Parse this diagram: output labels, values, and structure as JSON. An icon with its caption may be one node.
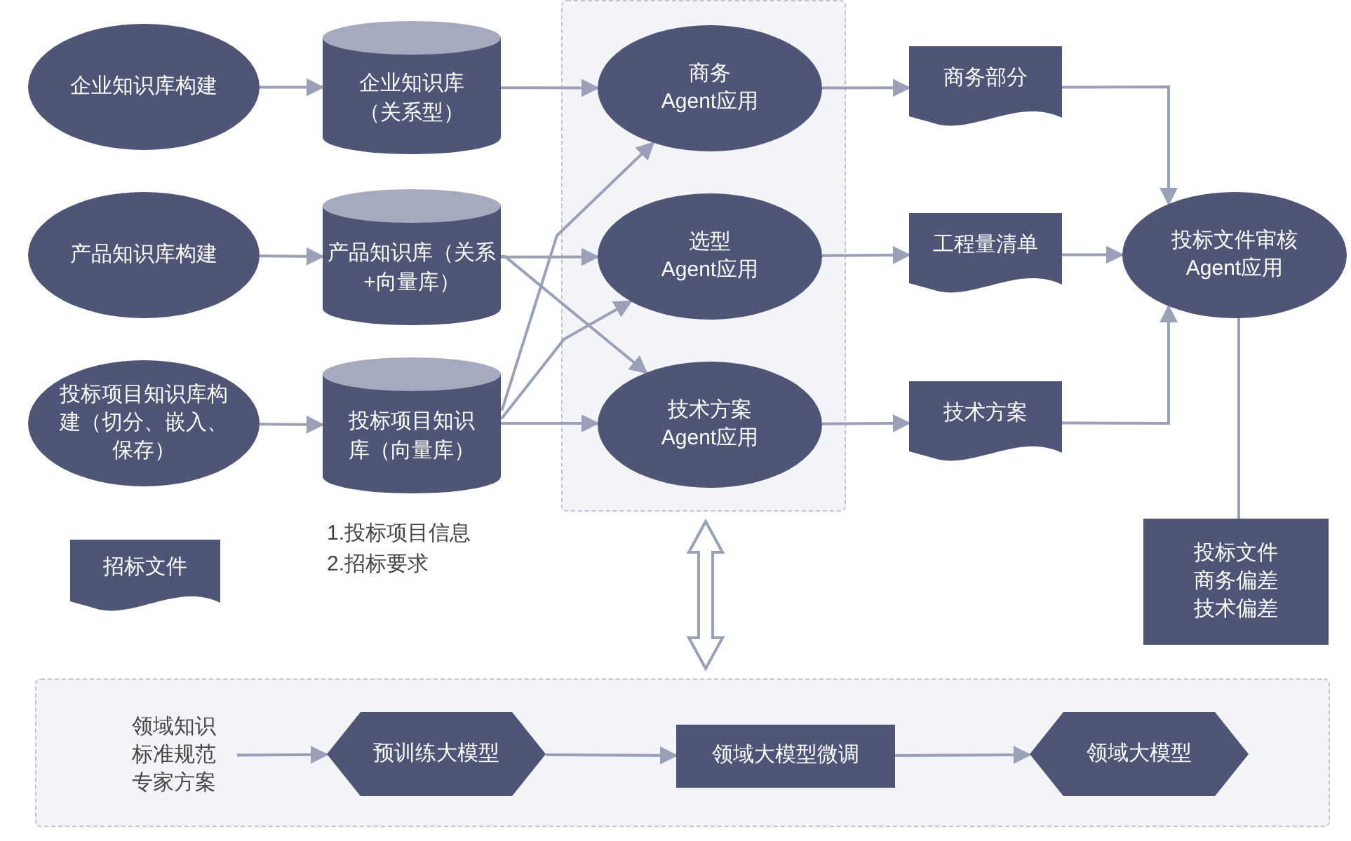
{
  "diagram": {
    "nodes": [
      {
        "text": [],
        "shape": "box"
      },
      {
        "text": [
          "企业知识库构建"
        ]
      },
      {
        "text": [
          "企业知识库（关系型）"
        ]
      },
      {
        "text": [
          "商务 Agent应用"
        ],
        "in": 0
      },
      {
        "text": [
          "商务部分"
        ]
      },
      {
        "text": [
          "产品知识库构建"
        ]
      },
      {
        "text": [
          "产品知识库（关系+向量库）"
        ]
      },
      {
        "text": [
          "选型 Agent应用"
        ],
        "in": 0
      },
      {
        "text": [
          "工程量清单"
        ]
      },
      {
        "text": [
          "投标文件审核 Agent应用"
        ]
      },
      {
        "text": [
          "投标项目知识库构建（切分、嵌入、保存）"
        ]
      },
      {
        "text": [
          "投标项目知识库（向量库）"
        ]
      },
      {
        "text": [
          "技术方案 Agent应用"
        ],
        "in": 0
      },
      {
        "text": [
          "技术方案"
        ]
      },
      {
        "text": [
          "投标文件商务偏差技术偏差"
        ]
      },
      {
        "text": [
          "招标文件"
        ]
      },
      {
        "text": [],
        "shape": "box"
      },
      {
        "text": [
          "领域知识标准规范专家方案"
        ],
        "in": 16
      },
      {
        "text": [
          "预训练大模型"
        ],
        "in": 16
      },
      {
        "text": [
          "领域大模型微调"
        ],
        "in": 16
      },
      {
        "text": [
          "领域大模型"
        ],
        "in": 16
      }
    ],
    "edges": [
      {
        "from": 1,
        "to": 2,
        "arrow": "to"
      },
      {
        "from": 2,
        "to": 3,
        "arrow": "to"
      },
      {
        "from": 3,
        "to": 4,
        "arrow": "to"
      },
      {
        "from": 4,
        "to": 9,
        "arrow": "to"
      },
      {
        "from": 5,
        "to": 6,
        "arrow": "to"
      },
      {
        "from": 6,
        "to": 7,
        "arrow": "to"
      },
      {
        "from": 6,
        "to": 12,
        "arrow": "to"
      },
      {
        "from": 7,
        "to": 8,
        "arrow": "to"
      },
      {
        "from": 8,
        "to": 9,
        "arrow": "to"
      },
      {
        "from": 10,
        "to": 11,
        "arrow": "to"
      },
      {
        "from": 11,
        "to": 12,
        "arrow": "to"
      },
      {
        "from": 11,
        "to": 3,
        "arrow": "to"
      },
      {
        "from": 11,
        "to": 7,
        "arrow": "to"
      },
      {
        "from": 12,
        "to": 13,
        "arrow": "to"
      },
      {
        "from": 13,
        "to": 9,
        "arrow": "to"
      },
      {
        "from": 9,
        "to": 14,
        "arrow": "none"
      },
      {
        "from": 0,
        "to": 16,
        "arrow": "both",
        "style": "thick"
      },
      {
        "from": 17,
        "to": 18,
        "arrow": "to"
      },
      {
        "from": 18,
        "to": 19,
        "arrow": "to"
      },
      {
        "from": 19,
        "to": 20,
        "arrow": "to"
      }
    ],
    "labels": [
      "1.投标项目信息",
      "2.招标要求"
    ]
  }
}
